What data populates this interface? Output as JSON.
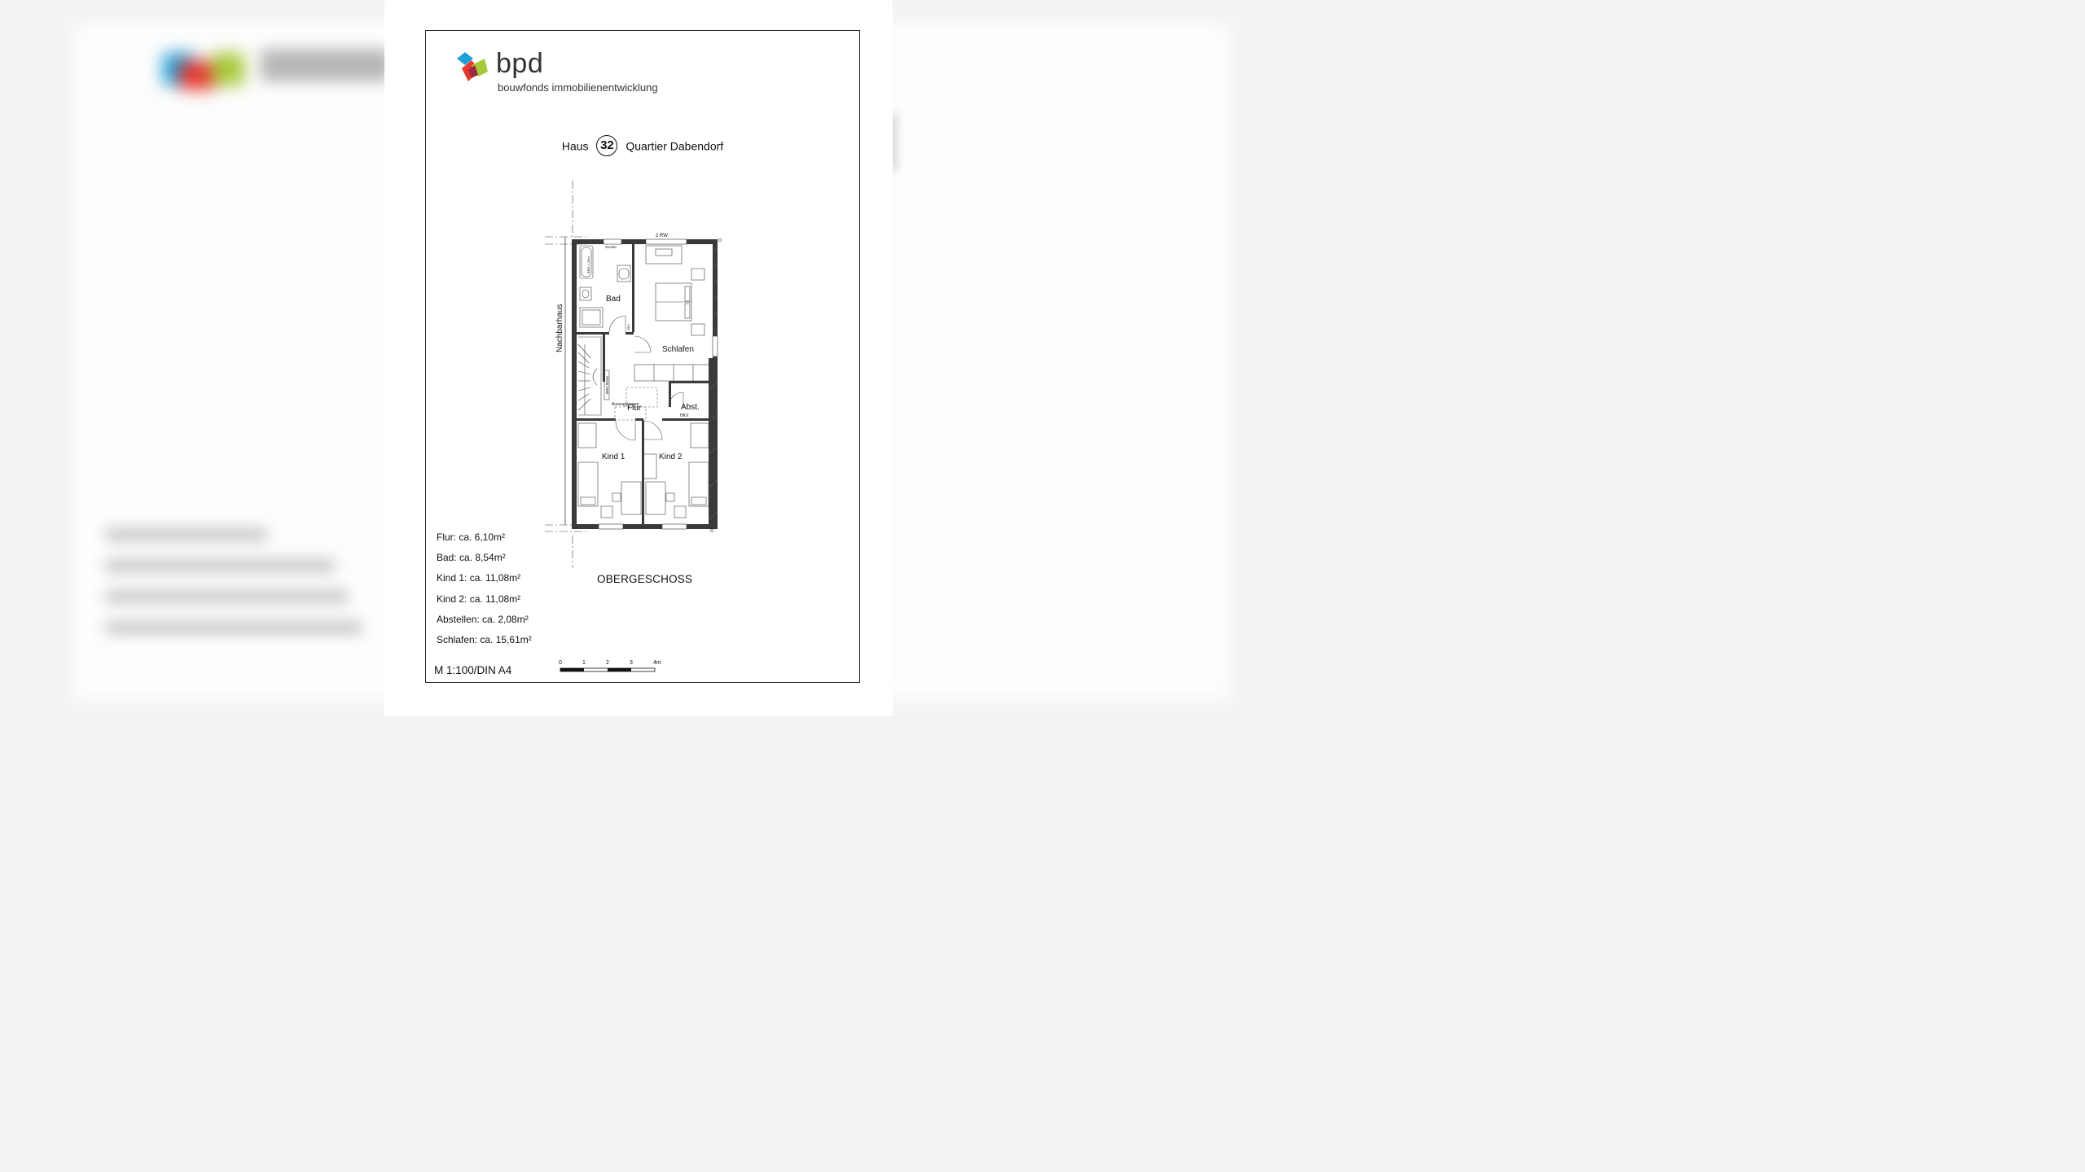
{
  "logo": {
    "name": "bpd",
    "subtitle": "bouwfonds immobilienentwicklung",
    "colors": [
      "#1fa0d8",
      "#e6382e",
      "#a6c93a",
      "#9c2a44"
    ]
  },
  "title": {
    "prefix": "Haus",
    "house_number": "32",
    "suffix": "Quartier Dabendorf"
  },
  "plan": {
    "rooms": {
      "bad": "Bad",
      "schlafen": "Schlafen",
      "flur": "Flur",
      "abst": "Abst.",
      "kind1": "Kind 1",
      "kind2": "Kind 2"
    },
    "neighbor_label": "Nachbarhaus",
    "notes": {
      "rw": "2  RW",
      "sockel": "Sockel",
      "hkv1": "HKV",
      "hkv2": "HKV",
      "brh_bath": "BRH 1,20m",
      "brh_stair": "BRH 90cm",
      "auszugstreppe": "Auszugstreppe"
    }
  },
  "floor_label": "OBERGESCHOSS",
  "areas": [
    "Flur: ca. 6,10m²",
    "Bad: ca. 8,54m²",
    "Kind 1: ca. 11,08m²",
    "Kind 2: ca. 11,08m²",
    "Abstellen: ca. 2,08m²",
    "Schlafen: ca. 15,61m²"
  ],
  "scale": {
    "label": "M 1:100/DIN A4",
    "ticks": [
      "0",
      "1",
      "2",
      "3",
      "4m"
    ]
  }
}
